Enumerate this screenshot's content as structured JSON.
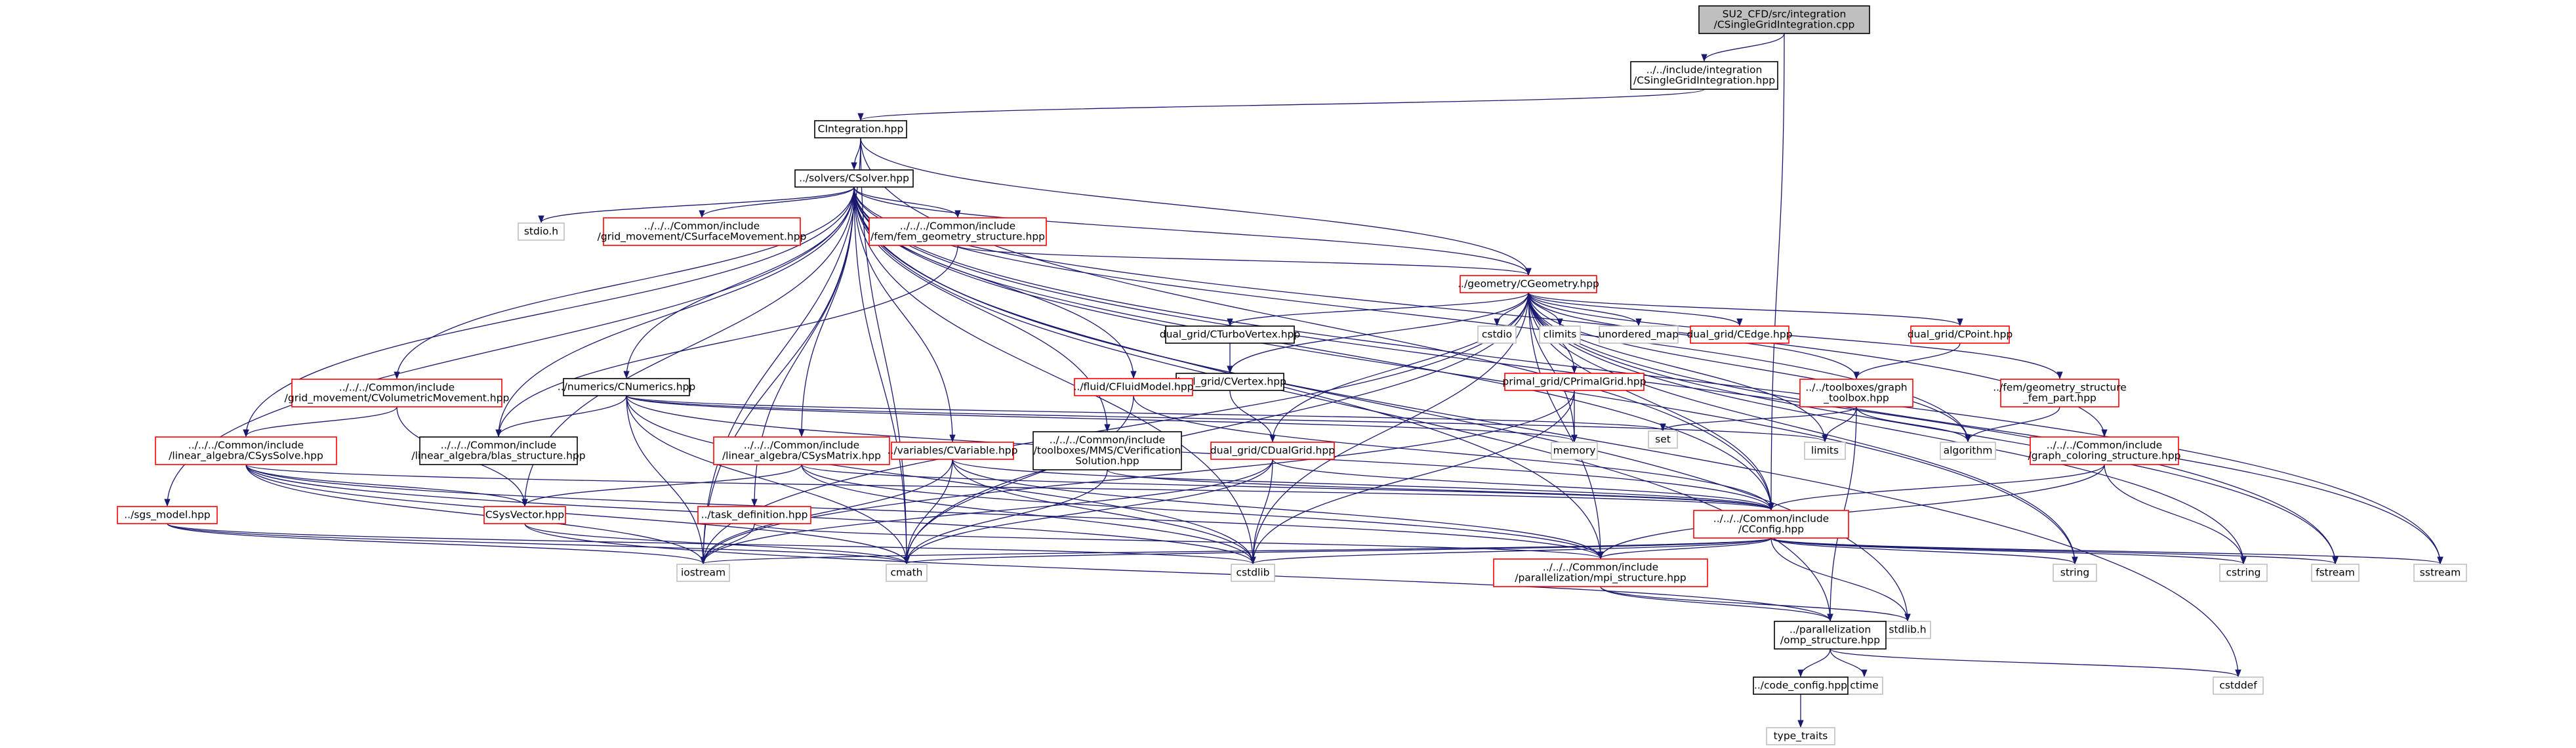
{
  "colors": {
    "edge": "#191970",
    "node_root_fill": "#bfbfbf",
    "border_black": "#000000",
    "border_red": "#ff0000",
    "border_gray": "#bfbfbf",
    "node_fill": "#ffffff"
  },
  "nodes": {
    "root": [
      "SU2_CFD/src/integration",
      "/CSingleGridIntegration.cpp"
    ],
    "singlegrid_hpp": [
      "../../include/integration",
      "/CSingleGridIntegration.hpp"
    ],
    "cintegration": [
      "CIntegration.hpp"
    ],
    "csolver": [
      "../solvers/CSolver.hpp"
    ],
    "stdio": [
      "stdio.h"
    ],
    "csurfacemovement": [
      "../../../Common/include",
      "/grid_movement/CSurfaceMovement.hpp"
    ],
    "fem_geometry": [
      "../../../Common/include",
      "/fem/fem_geometry_structure.hpp"
    ],
    "cgeometry": [
      "../geometry/CGeometry.hpp"
    ],
    "cstdio": [
      "cstdio"
    ],
    "climits": [
      "climits"
    ],
    "unordered_map": [
      "unordered_map"
    ],
    "cedge": [
      "dual_grid/CEdge.hpp"
    ],
    "cpoint": [
      "dual_grid/CPoint.hpp"
    ],
    "cturbovertex": [
      "dual_grid/CTurboVertex.hpp"
    ],
    "cvertex": [
      "dual_grid/CVertex.hpp"
    ],
    "cprimalgrid": [
      "primal_grid/CPrimalGrid.hpp"
    ],
    "graph_toolbox": [
      "../../toolboxes/graph",
      "_toolbox.hpp"
    ],
    "fem_part": [
      "../fem/geometry_structure",
      "_fem_part.hpp"
    ],
    "cvolumetricmovement": [
      "../../../Common/include",
      "/grid_movement/CVolumetricMovement.hpp"
    ],
    "cnumerics": [
      "../numerics/CNumerics.hpp"
    ],
    "blas": [
      "../../../Common/include",
      "/linear_algebra/blas_structure.hpp"
    ],
    "csysmatrix": [
      "../../../Common/include",
      "/linear_algebra/CSysMatrix.hpp"
    ],
    "cvariable": [
      "../variables/CVariable.hpp"
    ],
    "cverification": [
      "../../../Common/include",
      "/toolboxes/MMS/CVerification",
      "Solution.hpp"
    ],
    "cfluidmodel": [
      "../fluid/CFluidModel.hpp"
    ],
    "cdualgrid": [
      "dual_grid/CDualGrid.hpp"
    ],
    "memory": [
      "memory"
    ],
    "set": [
      "set"
    ],
    "limits": [
      "limits"
    ],
    "algorithm": [
      "algorithm"
    ],
    "graph_coloring": [
      "../../../Common/include",
      "/graph_coloring_structure.hpp"
    ],
    "csyssolve": [
      "../../../Common/include",
      "/linear_algebra/CSysSolve.hpp"
    ],
    "csysvector": [
      "CSysVector.hpp"
    ],
    "sgs_model": [
      "../sgs_model.hpp"
    ],
    "task_definition": [
      "../task_definition.hpp"
    ],
    "cconfig": [
      "../../../Common/include",
      "/CConfig.hpp"
    ],
    "iostream": [
      "iostream"
    ],
    "cmath": [
      "cmath"
    ],
    "cstdlib": [
      "cstdlib"
    ],
    "mpi_structure": [
      "../../../Common/include",
      "/parallelization/mpi_structure.hpp"
    ],
    "string": [
      "string"
    ],
    "cstring": [
      "cstring"
    ],
    "fstream": [
      "fstream"
    ],
    "sstream": [
      "sstream"
    ],
    "stdlib": [
      "stdlib.h"
    ],
    "omp_structure": [
      "../parallelization",
      "/omp_structure.hpp"
    ],
    "ctime": [
      "ctime"
    ],
    "cstddef": [
      "cstddef"
    ],
    "code_config": [
      "../code_config.hpp"
    ],
    "type_traits": [
      "type_traits"
    ]
  }
}
